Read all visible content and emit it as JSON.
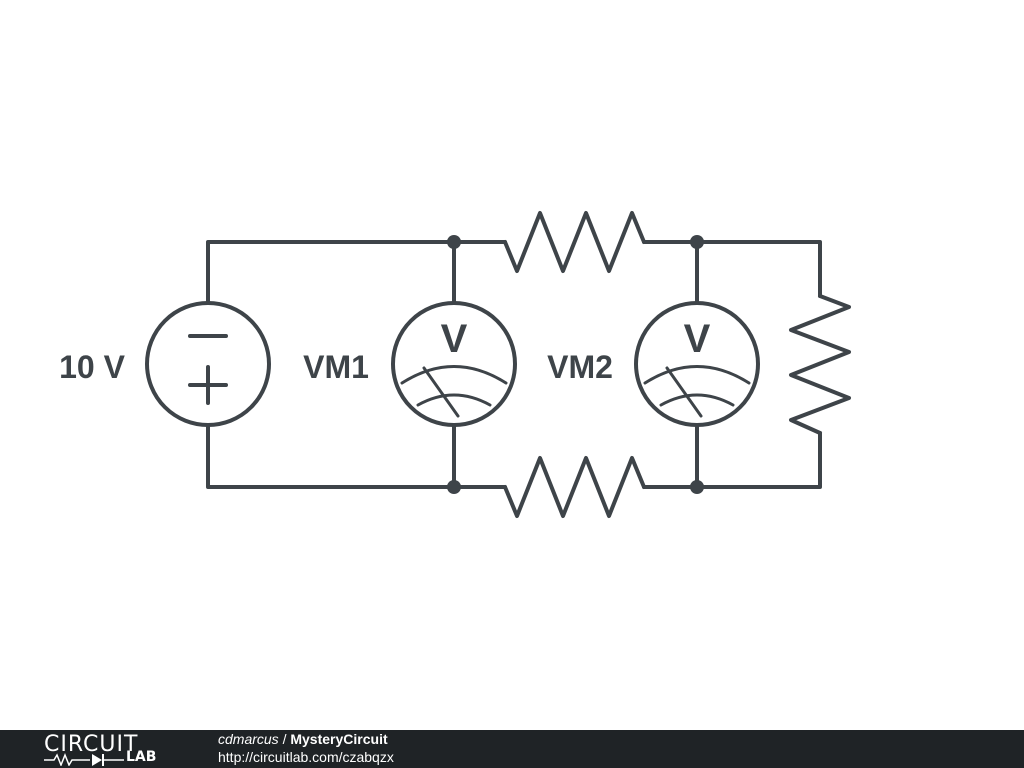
{
  "diagram": {
    "source_label": "10 V",
    "meter1_label": "VM1",
    "meter2_label": "VM2",
    "meter_symbol": "V",
    "source_symbol_minus": "−",
    "source_symbol_plus": "+",
    "color": "#3e4449"
  },
  "footer": {
    "logo_top": "CIRCUIT",
    "logo_bottom": "LAB",
    "user": "cdmarcus",
    "separator": " / ",
    "title": "MysteryCircuit",
    "url": "http://circuitlab.com/czabqzx",
    "background": "#1f2326"
  }
}
